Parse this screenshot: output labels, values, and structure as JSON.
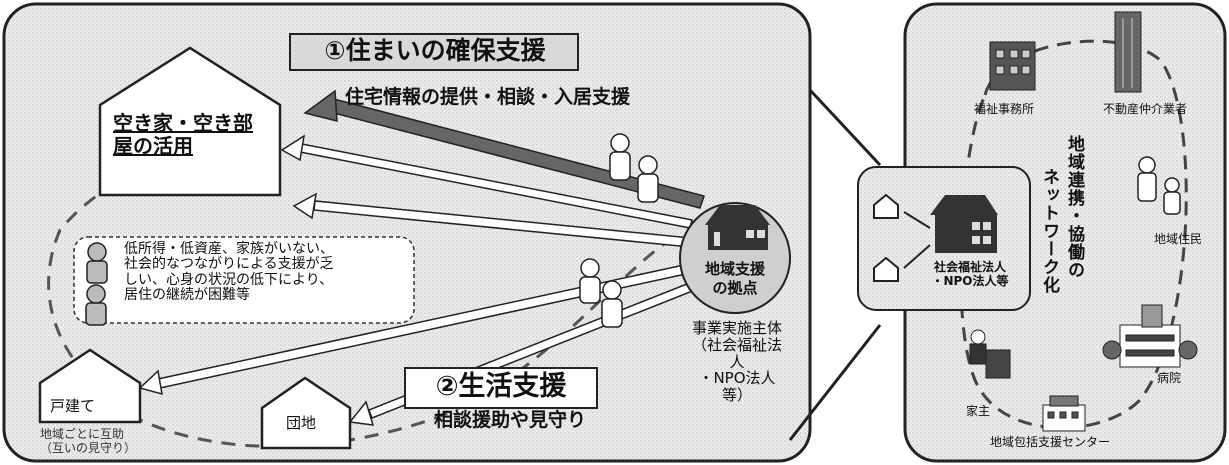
{
  "main_panel": {
    "housing_support_title": "①住まいの確保支援",
    "housing_info_label": "住宅情報の提供・相談・入居支援",
    "vacant_house_label": "空き家・空き部\n屋の活用",
    "needs_description": "低所得・低資産、家族がいない、\n社会的なつながりによる支援が乏\nしい、心身の状況の低下により、\n居住の継続が困難等",
    "detached_house_label": "戸建て",
    "apartment_label": "団地",
    "mutual_help_label": "地域ごとに互助\n（互いの見守り）",
    "life_support_title": "②生活支援",
    "consultation_label": "相談援助や見守り",
    "hub_label": "地域支援\nの拠点",
    "operator_label": "事業実施主体\n（社会福祉法\n人\n・NPO法人\n等）"
  },
  "network_panel": {
    "welfare_office": "福祉事務所",
    "real_estate_agent": "不動産仲介業者",
    "network_title_col1": "地域連携・協働の",
    "network_title_col2": "ネットワーク化",
    "local_residents": "地域住民",
    "org_label": "社会福祉法人\n・NPO法人等",
    "hospital": "病院",
    "landlord": "家主",
    "care_center": "地域包括支援センター"
  },
  "colors": {
    "panel_fill": "#e6e6e6",
    "outline": "#222222",
    "arrow_dark": "#555555"
  }
}
